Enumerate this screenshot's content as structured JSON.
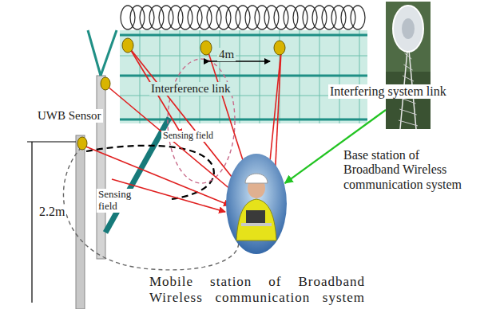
{
  "diagram": {
    "nodes": [
      {
        "text": [
          "Base station of Broadband Wireless communication system"
        ]
      },
      {
        "text": [
          "Mobile station of Broadband Wireless communication system"
        ]
      }
    ],
    "edges": [
      {
        "from": 0,
        "to": 1,
        "arrow": "to"
      }
    ],
    "labels": [
      "4m",
      "Interference link",
      "Interfering system link",
      "UWB Sensor",
      "Sensing field",
      "Sensing field",
      "2.2m"
    ]
  }
}
